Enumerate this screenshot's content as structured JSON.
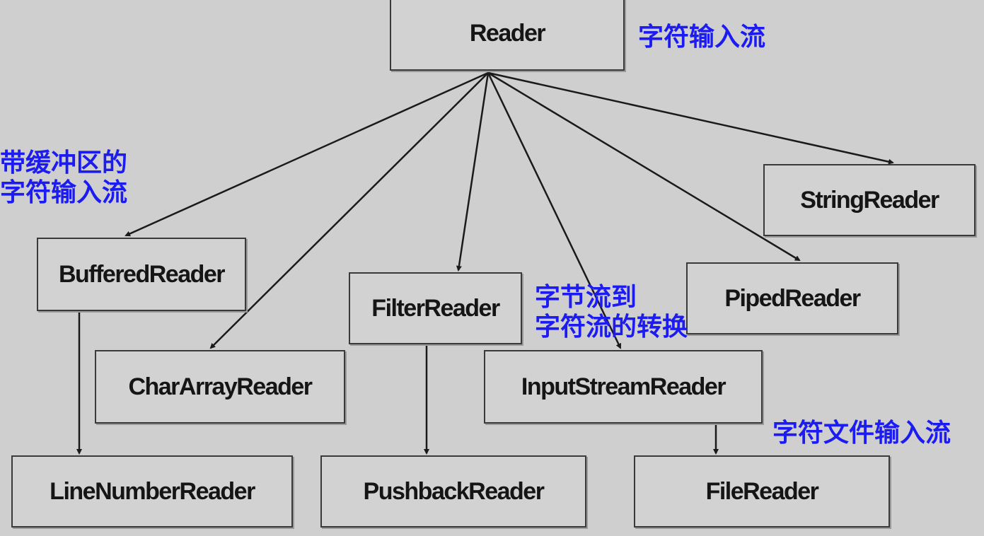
{
  "colors": {
    "background": "#cfcfcf",
    "box_fill": "#d2d2d2",
    "box_border": "#3a3a3a",
    "edge": "#1a1a1a",
    "annotation": "#1c1cf0"
  },
  "nodes": {
    "reader": "Reader",
    "string_reader": "StringReader",
    "buffered_reader": "BufferedReader",
    "filter_reader": "FilterReader",
    "piped_reader": "PipedReader",
    "char_array_reader": "CharArrayReader",
    "input_stream_reader": "InputStreamReader",
    "line_number_reader": "LineNumberReader",
    "pushback_reader": "PushbackReader",
    "file_reader": "FileReader"
  },
  "annotations": {
    "reader_note": "字符输入流",
    "buffered_note_line1": "带缓冲区的",
    "buffered_note_line2": "字符输入流",
    "isr_note_line1": "字节流到",
    "isr_note_line2": "字符流的转换",
    "file_note": "字符文件输入流"
  },
  "edges": [
    {
      "from": "reader",
      "to": "buffered_reader"
    },
    {
      "from": "reader",
      "to": "char_array_reader"
    },
    {
      "from": "reader",
      "to": "filter_reader"
    },
    {
      "from": "reader",
      "to": "input_stream_reader"
    },
    {
      "from": "reader",
      "to": "piped_reader"
    },
    {
      "from": "reader",
      "to": "string_reader"
    },
    {
      "from": "buffered_reader",
      "to": "line_number_reader"
    },
    {
      "from": "filter_reader",
      "to": "pushback_reader"
    },
    {
      "from": "input_stream_reader",
      "to": "file_reader"
    }
  ]
}
